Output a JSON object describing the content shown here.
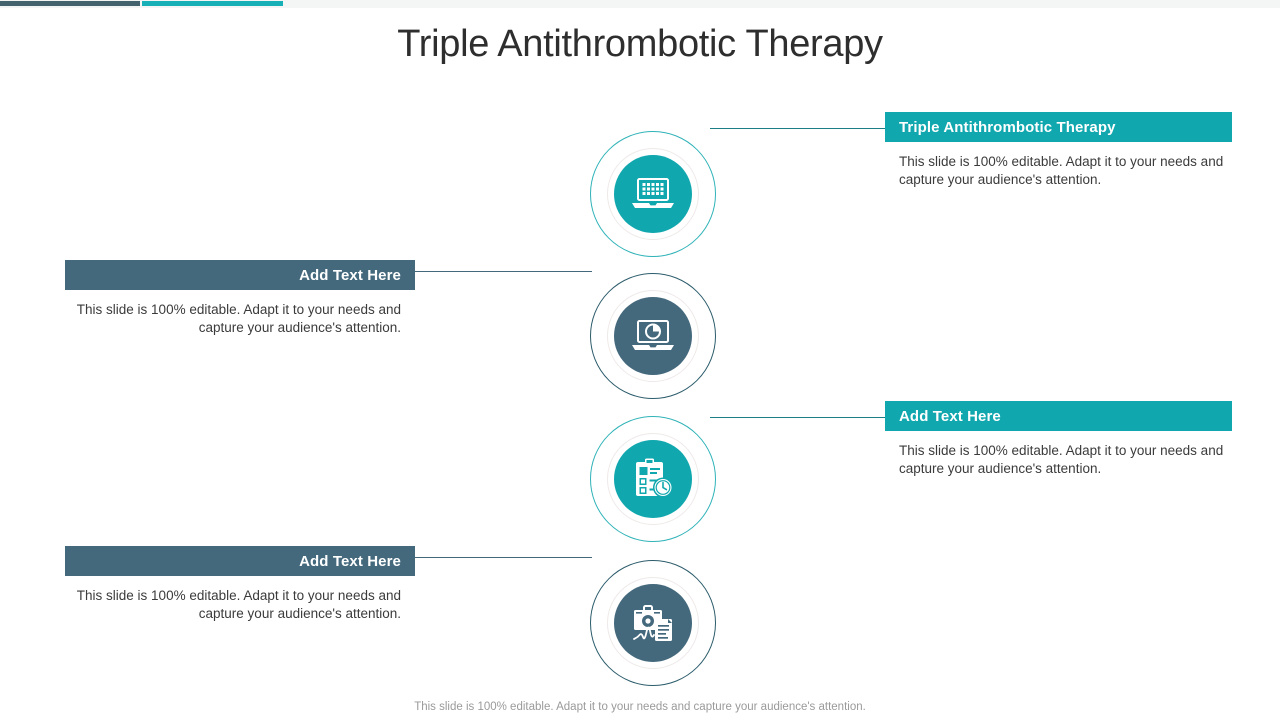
{
  "topbar": {
    "segment_slate_color": "#44636f",
    "segment_teal_color": "#18b0b7",
    "track_color": "#f4f6f6"
  },
  "page_title": "Triple Antithrombotic Therapy",
  "theme": {
    "teal": "#10a7ae",
    "slate": "#44697d",
    "ring_teal": "#30b3b8",
    "ring_slate": "#2c5c6b",
    "body_text": "#3b3b3b",
    "footer_text": "#9a9a9a"
  },
  "nodes": [
    {
      "index": 1,
      "icon": "laptop-data-icon",
      "color": "teal",
      "side": "right",
      "card": {
        "heading": "Triple Antithrombotic Therapy",
        "body": "This slide is 100% editable. Adapt it to your needs and capture your audience's attention."
      }
    },
    {
      "index": 2,
      "icon": "laptop-pie-chart-icon",
      "color": "slate",
      "side": "left",
      "card": {
        "heading": "Add Text Here",
        "body": "This slide is 100% editable. Adapt it to your needs and capture your audience's attention."
      }
    },
    {
      "index": 3,
      "icon": "clipboard-clock-icon",
      "color": "teal",
      "side": "right",
      "card": {
        "heading": "Add Text Here",
        "body": "This slide is 100% editable. Adapt it to your needs and capture your audience's attention."
      }
    },
    {
      "index": 4,
      "icon": "briefcase-gear-document-icon",
      "color": "slate",
      "side": "left",
      "card": {
        "heading": "Add Text Here",
        "body": "This slide is 100% editable. Adapt it to your needs and capture your audience's attention."
      }
    }
  ],
  "footer": "This slide is 100% editable. Adapt it to your needs and capture your audience's attention."
}
